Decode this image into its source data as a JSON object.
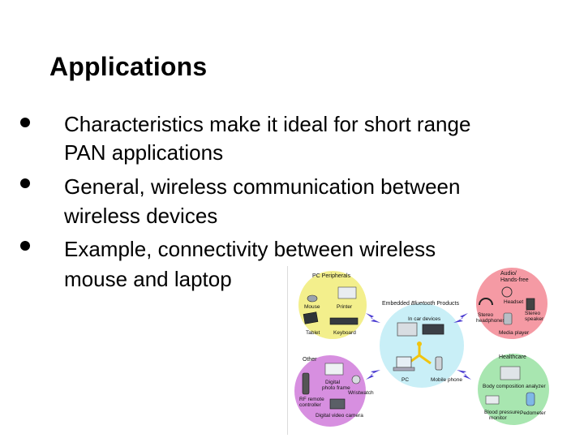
{
  "slide": {
    "title": "Applications",
    "bullets": [
      {
        "lines": [
          "Characteristics make it ideal for short range",
          "PAN applications"
        ]
      },
      {
        "lines": [
          "General, wireless communication between",
          "wireless devices"
        ]
      },
      {
        "lines": [
          "Example, connectivity between wireless",
          "mouse and laptop"
        ]
      }
    ]
  },
  "figure": {
    "center_title_prefix": "Embedded ",
    "center_title_brand": "Bluetooth",
    "center_title_suffix": " Products",
    "center_sub": "In car devices",
    "center_pc": "PC",
    "center_mobile": "Mobile phone",
    "pc_peripherals": {
      "header": "PC Peripherals",
      "labels": [
        "Mouse",
        "Printer",
        "Tablet",
        "Keyboard"
      ]
    },
    "audio": {
      "header_line1": "Audio/",
      "header_line2": "Hands-free",
      "labels": [
        "Headset",
        "Stereo",
        "headphones",
        "Stereo",
        "speaker",
        "Media player"
      ]
    },
    "other": {
      "header": "Other",
      "labels": [
        "Digital",
        "photo frame",
        "Wristwatch",
        "RF remote",
        "controller",
        "Digital video camera"
      ]
    },
    "healthcare": {
      "header": "Healthcare",
      "labels": [
        "Body composition analyzer",
        "Blood pressure",
        "monitor",
        "Pedometer"
      ]
    },
    "colors": {
      "peripherals": "#f3ef8c",
      "audio": "#f59aa4",
      "other": "#d78fe0",
      "healthcare": "#a8e6b0",
      "center": "#c9eff7",
      "lightning": "#4a3bd1",
      "connector": "#f1c40f"
    }
  }
}
